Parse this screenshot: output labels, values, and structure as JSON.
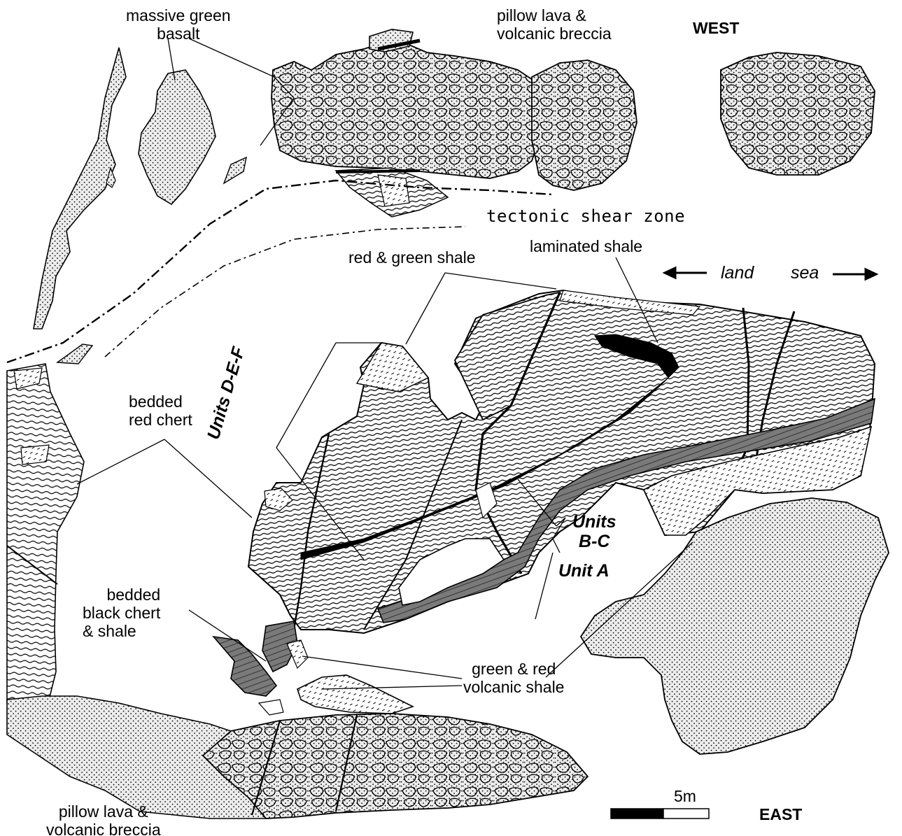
{
  "labels": {
    "west": "WEST",
    "east": "EAST",
    "massive_green_basalt_1": "massive green",
    "massive_green_basalt_2": "basalt",
    "pillow_lava_top_1": "pillow lava &",
    "pillow_lava_top_2": "volcanic breccia",
    "tectonic_shear_zone": "tectonic shear  zone",
    "laminated_shale": "laminated shale",
    "red_green_shale": "red & green shale",
    "land": "land",
    "sea": "sea",
    "units_def": "Units D-E-F",
    "bedded_red_chert_1": "bedded",
    "bedded_red_chert_2": "red chert",
    "units_bc_1": "Units",
    "units_bc_2": "B-C",
    "unit_a": "Unit A",
    "bedded_black_chert_1": "bedded",
    "bedded_black_chert_2": "black chert",
    "bedded_black_chert_3": "& shale",
    "green_red_volcanic_shale_1": "green & red",
    "green_red_volcanic_shale_2": "volcanic shale",
    "pillow_lava_bottom_1": "pillow lava &",
    "pillow_lava_bottom_2": "volcanic breccia",
    "scale_bar": "5m"
  },
  "legend_fills": {
    "stipple": "#e6e6e6",
    "gray_shale": "#7a7a7a",
    "black_chert": "#000000"
  }
}
